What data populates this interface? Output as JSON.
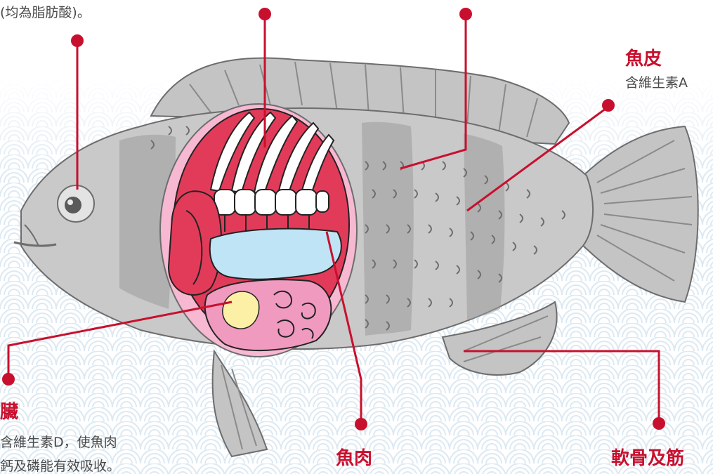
{
  "colors": {
    "accent": "#c8102e",
    "fish_body": "#c9c9c9",
    "fish_dark": "#9a9a9a",
    "organ_red": "#e23b5a",
    "organ_pink": "#f09ac0",
    "bladder_blue": "#bfe4f5",
    "liver_yellow": "#fbf0a6",
    "bg_pattern": "#dde9f2"
  },
  "labels": {
    "top_left_fragment": "(均為脂肪酸)。",
    "skin": {
      "title": "魚皮",
      "desc": "含維生素A"
    },
    "organ": {
      "title": "臟",
      "desc_line1": "含維生素D，使魚肉",
      "desc_line2": "鈣及磷能有效吸收。"
    },
    "meat": {
      "title": "魚肉"
    },
    "cartilage": {
      "title": "軟骨及筋"
    }
  }
}
